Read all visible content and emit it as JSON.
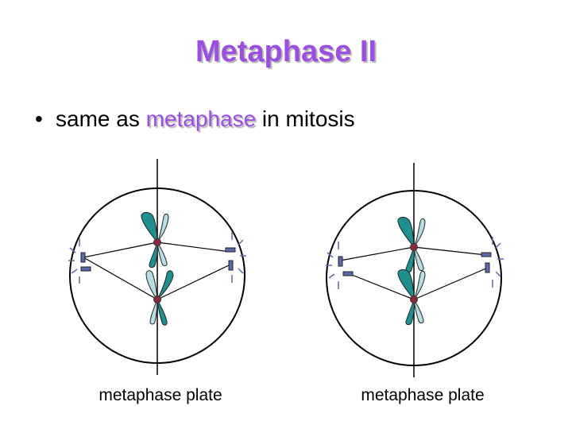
{
  "slide": {
    "title": "Metaphase II",
    "bullet": {
      "marker": "•",
      "before": "same as ",
      "highlight": "metaphase",
      "after": " in mitosis"
    }
  },
  "cells": [
    {
      "caption": "metaphase plate"
    },
    {
      "caption": "metaphase plate"
    }
  ],
  "colors": {
    "accent": "#9a4fe0",
    "chromatid_dark": "#1f8f8f",
    "chromatid_light": "#b8dde3",
    "centromere": "#8a2a3a",
    "centriole": "#5a6aa8"
  }
}
